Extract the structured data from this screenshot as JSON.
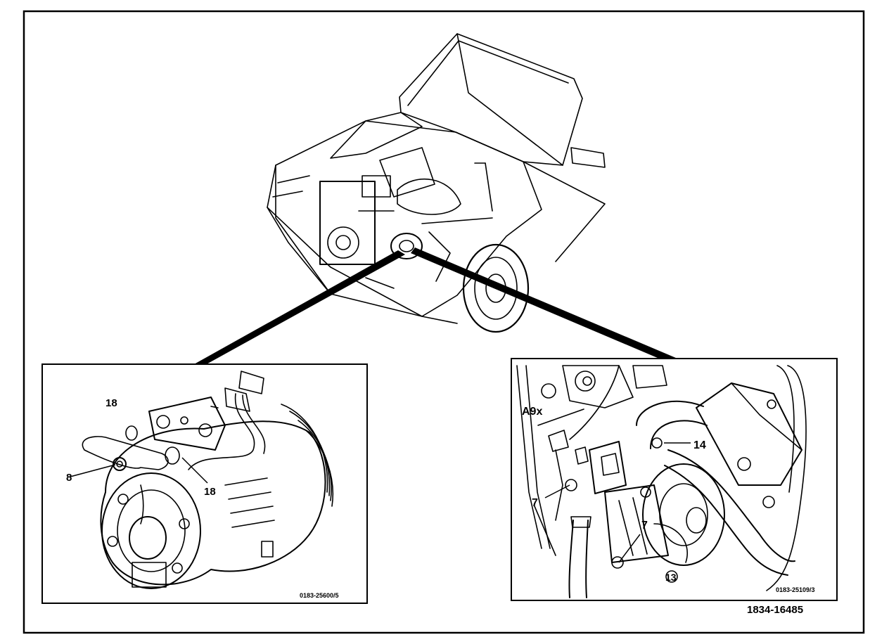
{
  "left_inset": {
    "callouts": {
      "c18_top": "18",
      "c8": "8",
      "c18_bottom": "18"
    },
    "ref": "0183-25600/5"
  },
  "right_inset": {
    "callouts": {
      "a9": "A9x",
      "c14": "14",
      "c7_left": "7",
      "c7_right": "7",
      "c13": "13"
    },
    "ref": "0183-25109/3"
  },
  "figure_ref": "1834-16485",
  "colors": {
    "ink": "#000000",
    "paper": "#ffffff"
  }
}
